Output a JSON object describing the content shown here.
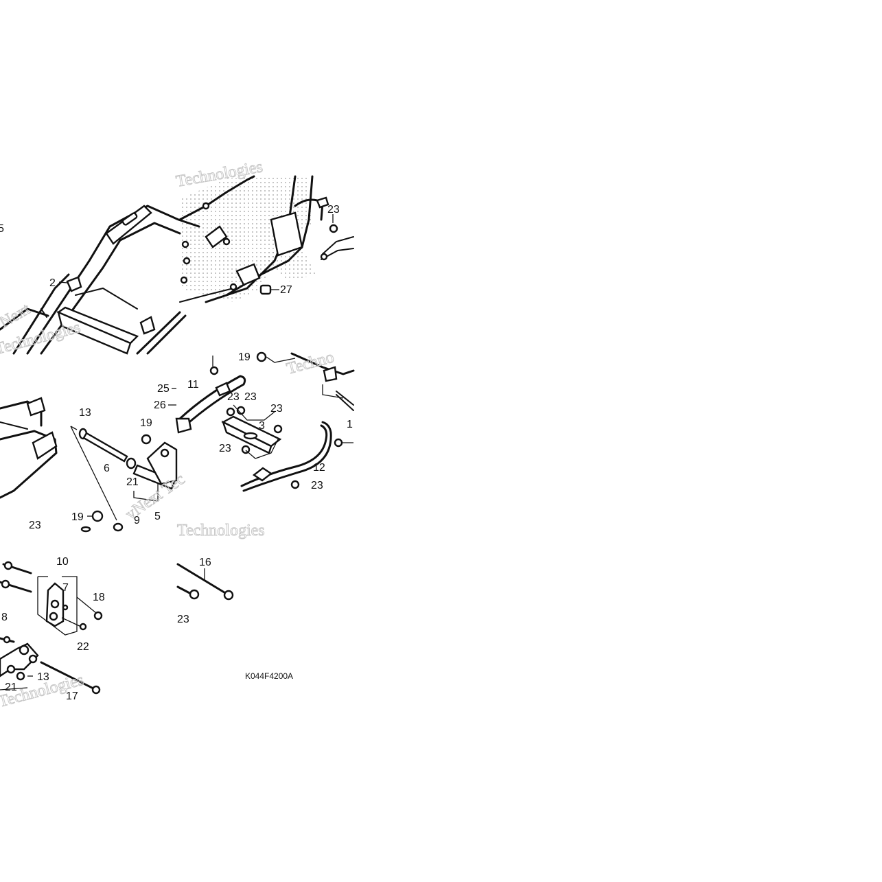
{
  "diagram": {
    "code": "K044F4200A",
    "callouts": {
      "top_23": "23",
      "top_2": "2",
      "top_27": "27",
      "top_edge_5": "5",
      "mid_19_top": "19",
      "mid_25": "25",
      "mid_26": "26",
      "mid_11": "11",
      "mid_23_a": "23",
      "mid_23_b": "23",
      "mid_23_c": "23",
      "mid_3": "3",
      "mid_23_d": "23",
      "mid_1": "1",
      "mid_12": "12",
      "mid_23_e": "23",
      "mid_13": "13",
      "mid_19": "19",
      "mid_6": "6",
      "mid_21": "21",
      "mid_19_b": "19",
      "mid_5": "5",
      "mid_9": "9",
      "mid_23_left": "23",
      "bot_10": "10",
      "bot_7": "7",
      "bot_18": "18",
      "bot_8": "8",
      "bot_22": "22",
      "bot_13": "13",
      "bot_21": "21",
      "bot_17": "17",
      "bot_16": "16",
      "bot_23": "23"
    },
    "watermarks": [
      "Technologies",
      "Next",
      "Technologies",
      "vNext Tec",
      "Technologies",
      "Techno",
      "Technologies"
    ]
  }
}
